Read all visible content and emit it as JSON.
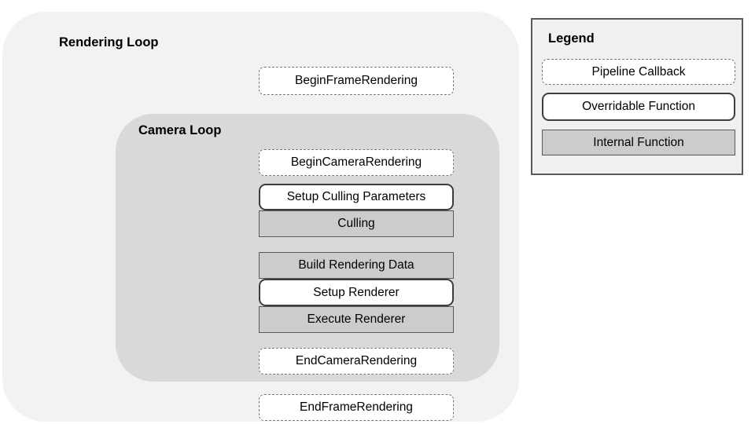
{
  "diagram": {
    "rendering_loop": {
      "label": "Rendering Loop"
    },
    "camera_loop": {
      "label": "Camera Loop"
    },
    "boxes": {
      "begin_frame": "BeginFrameRendering",
      "begin_camera": "BeginCameraRendering",
      "setup_culling": "Setup Culling Parameters",
      "culling": "Culling",
      "build_rendering": "Build Rendering Data",
      "setup_renderer": "Setup Renderer",
      "execute_renderer": "Execute Renderer",
      "end_camera": "EndCameraRendering",
      "end_frame": "EndFrameRendering"
    },
    "legend": {
      "title": "Legend",
      "items": [
        {
          "label": "Pipeline Callback",
          "style": "dashed-white"
        },
        {
          "label": "Overridable Function",
          "style": "solid-white"
        },
        {
          "label": "Internal Function",
          "style": "solid-gray"
        }
      ]
    },
    "colors": {
      "rendering_loop_bg": "#f2f2f2",
      "camera_loop_bg": "#d9d9d9",
      "internal_bg": "#cccccc",
      "internal_border": "#595959",
      "legend_bg": "#f0f0f0",
      "legend_border": "#595959",
      "box_bg": "#ffffff",
      "solid_border": "#3d3d3d",
      "dashed_border": "#777777"
    }
  }
}
